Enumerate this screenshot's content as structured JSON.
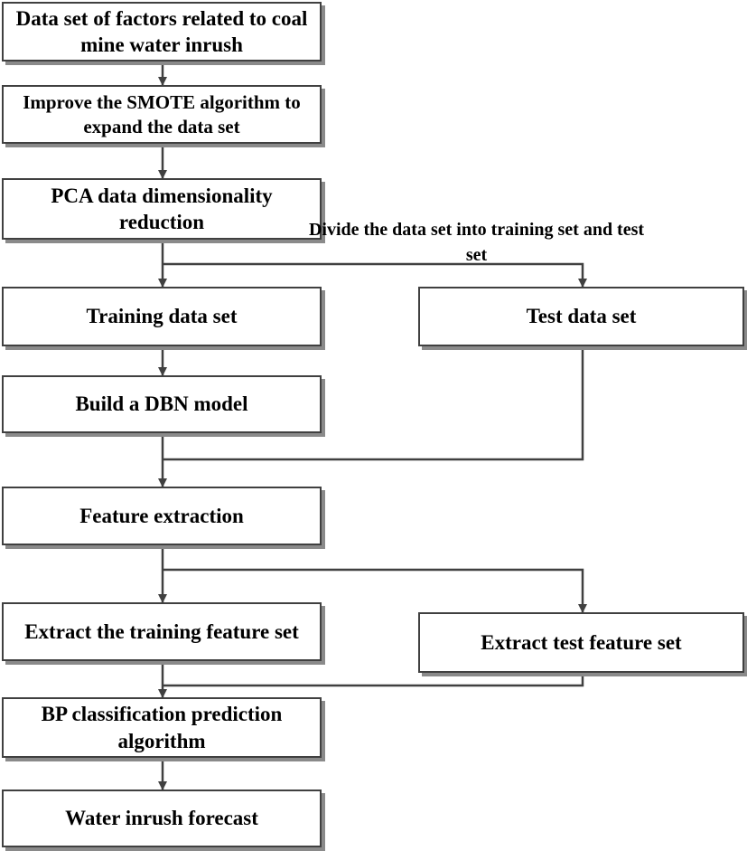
{
  "nodes": {
    "dataset": "Data set of factors related to coal mine water inrush",
    "smote": "Improve the SMOTE algorithm to expand the data set",
    "pca": "PCA data dimensionality reduction",
    "training": "Training data set",
    "test": "Test data set",
    "dbn": "Build a DBN model",
    "feature": "Feature extraction",
    "train_feat": "Extract the training feature set",
    "test_feat": "Extract test feature set",
    "bp": "BP classification prediction algorithm",
    "forecast": "Water inrush forecast"
  },
  "edges": {
    "split_label": "Divide the data set into training set and test set"
  },
  "colors": {
    "line": "#404040",
    "shadow": "#8a8a8a",
    "text": "#000000"
  }
}
